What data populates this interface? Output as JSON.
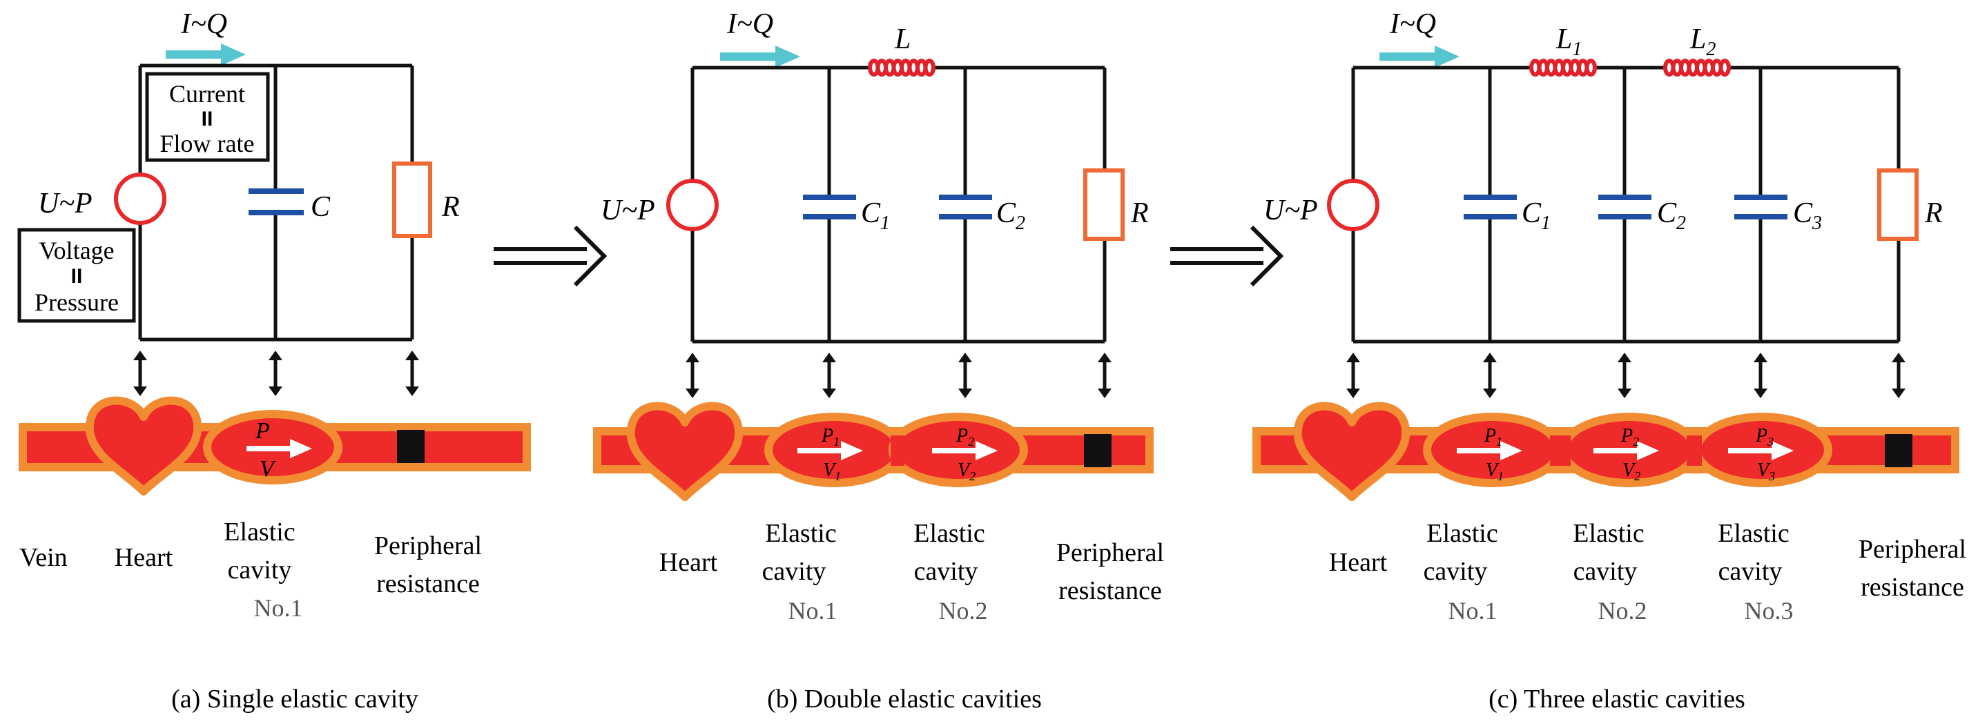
{
  "colors": {
    "wire": "#111111",
    "source": "#e8282a",
    "capacitor": "#1f4fa3",
    "resistor": "#ef6b33",
    "inductor": "#e0202a",
    "flow_arrow": "#56c5d0",
    "vessel_fill": "#ee2a2a",
    "vessel_border": "#f28c32",
    "vessel_arrow": "#ffffff",
    "block": "#111111"
  },
  "icons": [
    "current-arrow-icon",
    "voltage-source-icon",
    "capacitor-icon",
    "resistor-icon",
    "inductor-icon",
    "double-arrow-icon",
    "heart-icon",
    "implies-arrow-icon"
  ],
  "panel_a": {
    "current_label": "I~Q",
    "source_label": "U~P",
    "cap_label": "C",
    "res_label": "R",
    "box_current": {
      "line1": "Current",
      "eq": "II",
      "line2": "Flow rate"
    },
    "box_voltage": {
      "line1": "Voltage",
      "eq": "II",
      "line2": "Pressure"
    },
    "cavity_p": "P",
    "cavity_v": "V",
    "labels": {
      "vein": "Vein",
      "heart": "Heart",
      "cavity_l1": "Elastic",
      "cavity_l2": "cavity",
      "cavity_no": "No.1",
      "periph_l1": "Peripheral",
      "periph_l2": "resistance"
    },
    "caption": "(a) Single elastic cavity"
  },
  "panel_b": {
    "current_label": "I~Q",
    "source_label": "U~P",
    "ind_label": "L",
    "cap1_label": "C",
    "cap1_sub": "1",
    "cap2_label": "C",
    "cap2_sub": "2",
    "res_label": "R",
    "cav1_p": "P",
    "cav1_p_sub": "1",
    "cav1_v": "V",
    "cav1_v_sub": "1",
    "cav2_p": "P",
    "cav2_p_sub": "2",
    "cav2_v": "V",
    "cav2_v_sub": "2",
    "labels": {
      "heart": "Heart",
      "cav1_l1": "Elastic",
      "cav1_l2": "cavity",
      "cav1_no": "No.1",
      "cav2_l1": "Elastic",
      "cav2_l2": "cavity",
      "cav2_no": "No.2",
      "periph_l1": "Peripheral",
      "periph_l2": "resistance"
    },
    "caption": "(b) Double elastic cavities"
  },
  "panel_c": {
    "current_label": "I~Q",
    "source_label": "U~P",
    "ind1_label": "L",
    "ind1_sub": "1",
    "ind2_label": "L",
    "ind2_sub": "2",
    "cap1_label": "C",
    "cap1_sub": "1",
    "cap2_label": "C",
    "cap2_sub": "2",
    "cap3_label": "C",
    "cap3_sub": "3",
    "res_label": "R",
    "cav1_p": "P",
    "cav1_p_sub": "1",
    "cav1_v": "V",
    "cav1_v_sub": "1",
    "cav2_p": "P",
    "cav2_p_sub": "2",
    "cav2_v": "V",
    "cav2_v_sub": "2",
    "cav3_p": "P",
    "cav3_p_sub": "3",
    "cav3_v": "V",
    "cav3_v_sub": "3",
    "labels": {
      "heart": "Heart",
      "cav1_l1": "Elastic",
      "cav1_l2": "cavity",
      "cav1_no": "No.1",
      "cav2_l1": "Elastic",
      "cav2_l2": "cavity",
      "cav2_no": "No.2",
      "cav3_l1": "Elastic",
      "cav3_l2": "cavity",
      "cav3_no": "No.3",
      "periph_l1": "Peripheral",
      "periph_l2": "resistance"
    },
    "caption": "(c) Three elastic cavities"
  }
}
